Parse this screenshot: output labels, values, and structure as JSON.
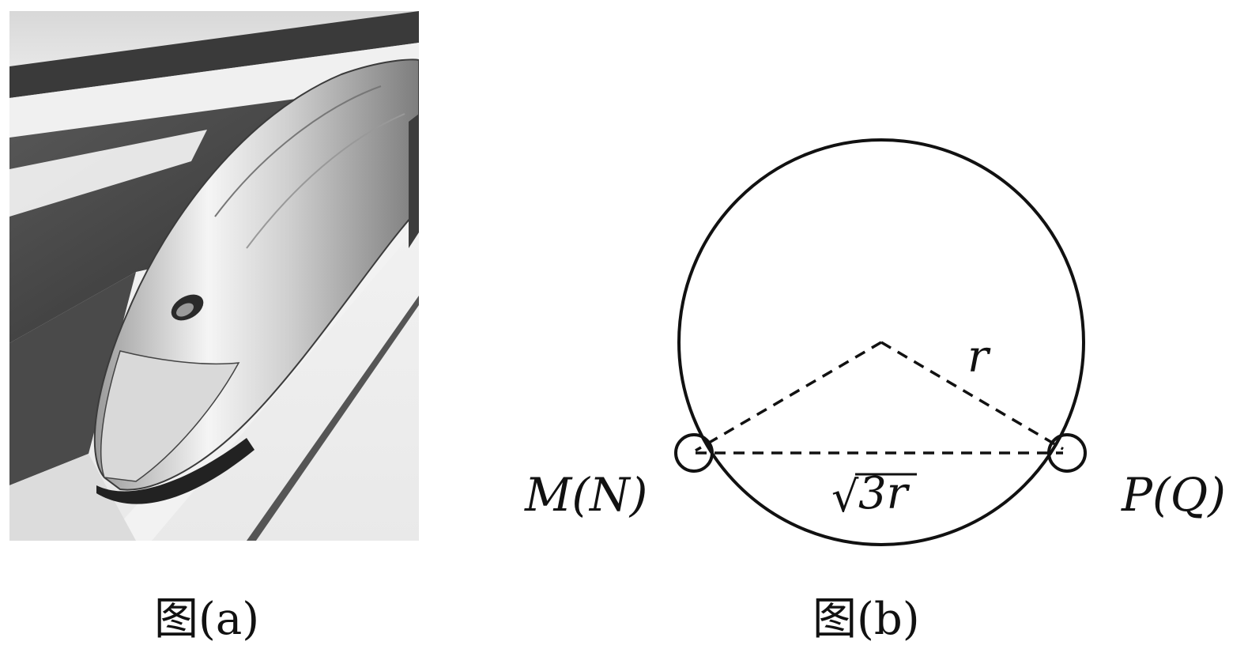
{
  "figure_a": {
    "caption": "图(a)",
    "image_subject": "maglev-train-photo"
  },
  "figure_b": {
    "caption": "图(b)",
    "labels": {
      "radius": "r",
      "chord_sqrt": "√",
      "chord_value": "3r",
      "left_point": "M(N)",
      "right_point": "P(Q)"
    }
  },
  "colors": {
    "ink": "#111111",
    "background": "#ffffff"
  }
}
